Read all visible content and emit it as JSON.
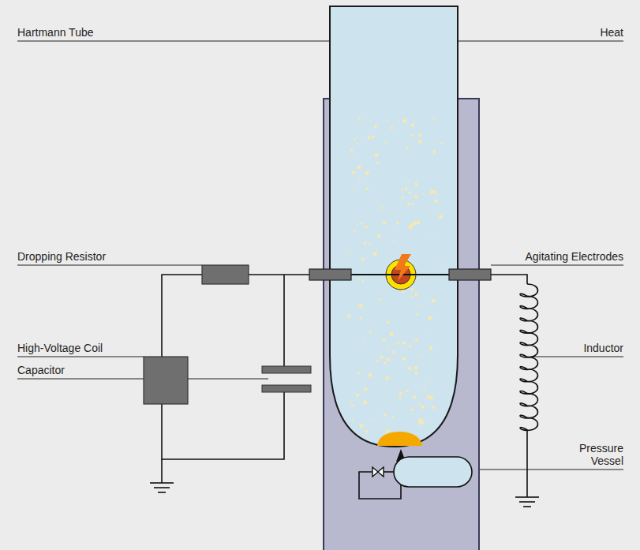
{
  "diagram": {
    "labels": [
      "Hartmann Tube",
      "Heat",
      "Dropping Resistor",
      "Agitating Electrodes",
      "High-Voltage Coil",
      "Inductor",
      "Capacitor",
      "Pressure Vessel"
    ]
  }
}
